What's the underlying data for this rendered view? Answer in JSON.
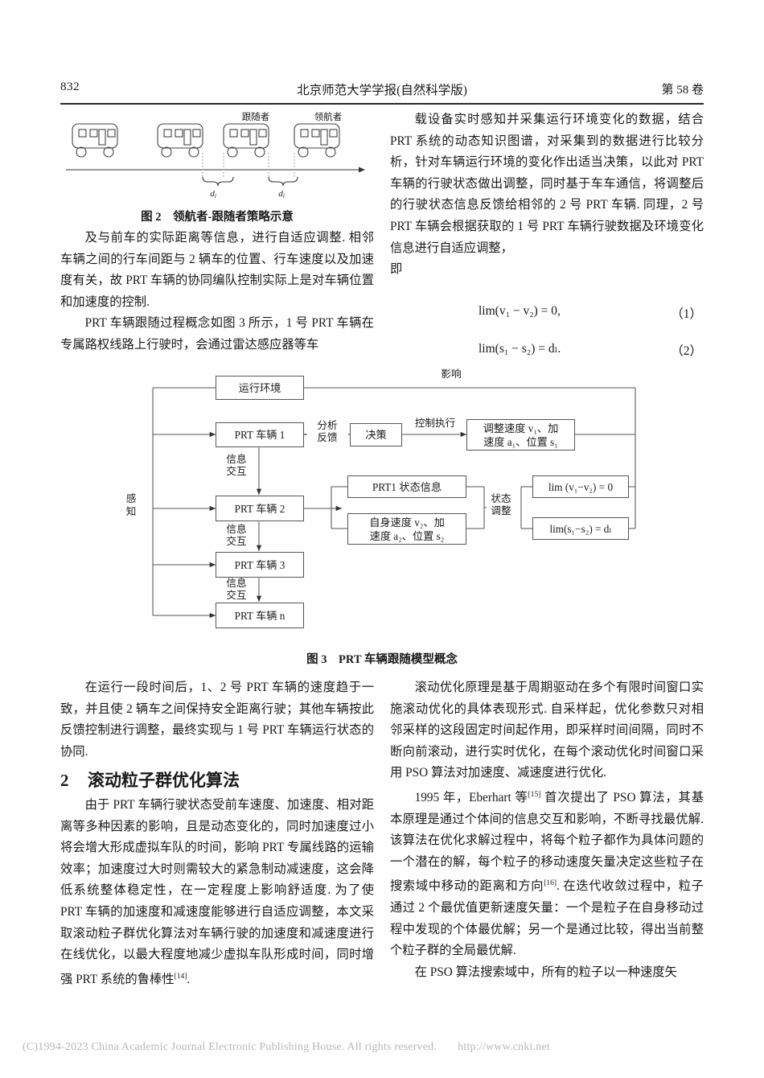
{
  "header": {
    "folio": "832",
    "journal_title": "北京师范大学学报(自然科学版)",
    "volume": "第 58 卷"
  },
  "figure2": {
    "caption": "图 2　领航者-跟随者策略示意",
    "labels": {
      "follower": "跟随者",
      "leader": "领航者"
    },
    "distance_marks": [
      "d",
      "d"
    ],
    "distance_sub": "l",
    "vehicle_count": 4
  },
  "figure3": {
    "caption": "图 3　PRT 车辆跟随模型概念",
    "boxes": {
      "environment": "运行环境",
      "vehicle1": "PRT 车辆 1",
      "vehicle2": "PRT 车辆 2",
      "vehicle3": "PRT 车辆 3",
      "vehiclen": "PRT 车辆 n",
      "decision": "决策",
      "adjust": "调整速度 v₁、加\n速度 a₁、位置 s₁",
      "prt1_state": "PRT1 状态信息",
      "self_state": "自身速度 v₂、加\n速度 a₂、位置 s₂",
      "lim_v": "lim (v₁−v₂) = 0",
      "lim_s": "lim(s₁−s₂) = dₗ"
    },
    "edge_labels": {
      "influence": "影响",
      "perception": "感知",
      "analysis_feedback": "分析\n反馈",
      "control_exec": "控制执行",
      "info_exchange": "信息\n交互",
      "state_adjust": "状态\n调整"
    }
  },
  "left_column": {
    "p1": "及与前车的实际距离等信息，进行自适应调整. 相邻车辆之间的行车间距与 2 辆车的位置、行车速度以及加速度有关，故 PRT 车辆的协同编队控制实际上是对车辆位置和加速度的控制.",
    "p2": "PRT 车辆跟随过程概念如图 3 所示，1 号 PRT 车辆在专属路权线路上行驶时，会通过雷达感应器等车",
    "p3": "在运行一段时间后，1、2 号 PRT 车辆的速度趋于一致，并且使 2 辆车之间保持安全距离行驶；其他车辆按此反馈控制进行调整，最终实现与 1 号 PRT 车辆运行状态的协同.",
    "heading_number": "2",
    "heading_text": "滚动粒子群优化算法",
    "p4_a": "由于 PRT 车辆行驶状态受前车速度、加速度、相对距离等多种因素的影响，且是动态变化的，同时加速度过小将会增大形成虚拟车队的时间，影响 PRT 专属线路的运输效率；加速度过大时则需较大的紧急制动减速度，这会降低系统整体稳定性，在一定程度上影响舒适度. 为了使 PRT 车辆的加速度和减速度能够进行自适应调整，本文采取滚动粒子群优化算法对车辆行驶的加速度和减速度进行在线优化，以最大程度地减少虚拟车队形成时间，同时增强 PRT 系统的鲁棒性",
    "p4_ref": "[14]",
    "p4_b": "."
  },
  "right_column": {
    "p1": "载设备实时感知并采集运行环境变化的数据，结合 PRT 系统的动态知识图谱，对采集到的数据进行比较分析，针对车辆运行环境的变化作出适当决策，以此对 PRT 车辆的行驶状态做出调整，同时基于车车通信，将调整后的行驶状态信息反馈给相邻的 2 号 PRT 车辆. 同理，2 号 PRT 车辆会根据获取的 1 号 PRT 车辆行驶数据及环境变化信息进行自适应调整，",
    "p2": "即",
    "equations": [
      {
        "body": "lim(v₁ − v₂) = 0,",
        "number": "（1）"
      },
      {
        "body": "lim(s₁ − s₂) = dₗ.",
        "number": "（2）"
      }
    ],
    "p3": "滚动优化原理是基于周期驱动在多个有限时间窗口实施滚动优化的具体表现形式. 自采样起，优化参数只对相邻采样的这段固定时间起作用，即采样时间间隔，同时不断向前滚动，进行实时优化，在每个滚动优化时间窗口采用 PSO 算法对加速度、减速度进行优化.",
    "p4_a": "1995 年，Eberhart 等",
    "p4_ref1": "[15]",
    "p4_b": " 首次提出了 PSO 算法，其基本原理是通过个体间的信息交互和影响，不断寻找最优解. 该算法在优化求解过程中，将每个粒子都作为具体问题的一个潜在的解，每个粒子的移动速度矢量决定这些粒子在搜索域中移动的距离和方向",
    "p4_ref2": "[16]",
    "p4_c": ". 在迭代收敛过程中，粒子通过 2 个最优值更新速度矢量：一个是粒子在自身移动过程中发现的个体最优解；另一个是通过比较，得出当前整个粒子群的全局最优解.",
    "p5": "在 PSO 算法搜索域中，所有的粒子以一种速度矢"
  },
  "footer": {
    "copyright": "(C)1994-2023 China Academic Journal Electronic Publishing House. All rights reserved.",
    "url": "http://www.cnki.net"
  }
}
